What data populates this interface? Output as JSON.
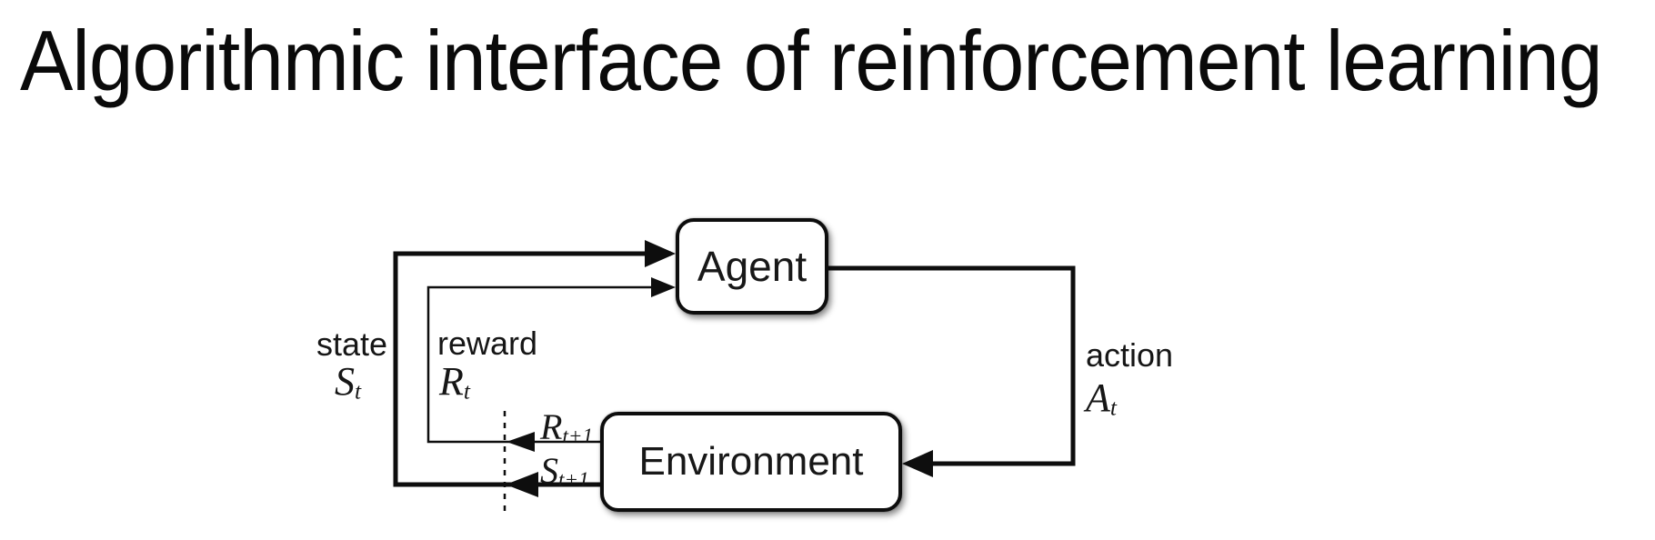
{
  "title": "Algorithmic interface of reinforcement learning",
  "diagram": {
    "nodes": {
      "agent": "Agent",
      "environment": "Environment"
    },
    "signals": {
      "state": {
        "word": "state",
        "symbol": "S",
        "subscript": "t"
      },
      "reward": {
        "word": "reward",
        "symbol": "R",
        "subscript": "t"
      },
      "action": {
        "word": "action",
        "symbol": "A",
        "subscript": "t"
      },
      "next_reward": {
        "symbol": "R",
        "subscript": "t+1"
      },
      "next_state": {
        "symbol": "S",
        "subscript": "t+1"
      }
    }
  },
  "colors": {
    "background": "#ffffff",
    "line": "#0e0e0e",
    "text": "#141414"
  }
}
